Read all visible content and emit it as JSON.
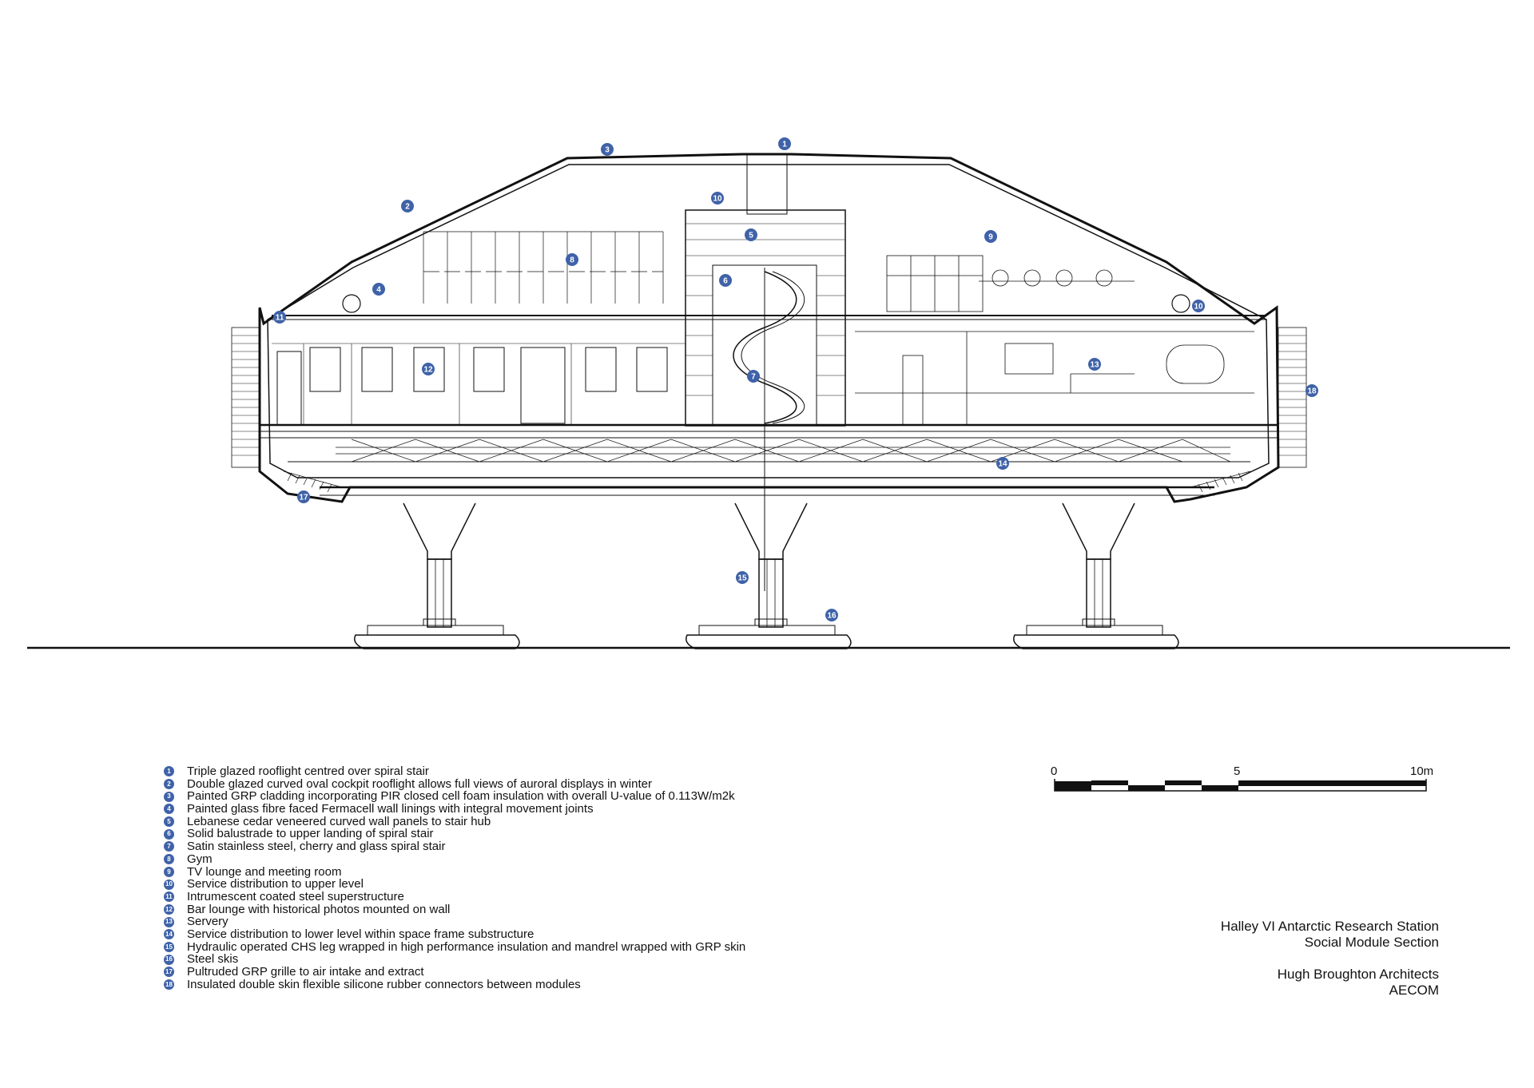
{
  "legend": [
    {
      "num": "1",
      "text": "Triple glazed rooflight centred over spiral stair"
    },
    {
      "num": "2",
      "text": "Double glazed curved oval cockpit rooflight allows full views of auroral displays in winter"
    },
    {
      "num": "3",
      "text": "Painted GRP cladding incorporating PIR closed cell foam insulation with overall U-value of 0.113W/m2k"
    },
    {
      "num": "4",
      "text": "Painted glass fibre faced Fermacell wall linings with integral movement joints"
    },
    {
      "num": "5",
      "text": "Lebanese cedar veneered curved wall panels to stair hub"
    },
    {
      "num": "6",
      "text": "Solid balustrade to upper landing of spiral stair"
    },
    {
      "num": "7",
      "text": "Satin stainless steel, cherry and glass spiral stair"
    },
    {
      "num": "8",
      "text": "Gym"
    },
    {
      "num": "9",
      "text": "TV lounge and meeting room"
    },
    {
      "num": "10",
      "text": "Service distribution to upper level"
    },
    {
      "num": "11",
      "text": "Intrumescent coated steel superstructure"
    },
    {
      "num": "12",
      "text": "Bar lounge with historical photos mounted on wall"
    },
    {
      "num": "13",
      "text": "Servery"
    },
    {
      "num": "14",
      "text": "Service distribution to lower level within space frame substructure"
    },
    {
      "num": "15",
      "text": "Hydraulic operated CHS leg wrapped in high performance insulation and mandrel wrapped with GRP skin"
    },
    {
      "num": "16",
      "text": "Steel skis"
    },
    {
      "num": "17",
      "text": "Pultruded GRP grille to air intake and extract"
    },
    {
      "num": "18",
      "text": "Insulated double skin flexible silicone rubber connectors between modules"
    }
  ],
  "scale_bar": {
    "label_start": "0",
    "label_mid": "5",
    "label_end": "10m"
  },
  "title_block": {
    "line1": "Halley VI Antarctic Research Station",
    "line2": "Social Module Section",
    "line3": "Hugh Broughton Architects",
    "line4": "AECOM"
  },
  "callouts": [
    "1",
    "2",
    "3",
    "4",
    "5",
    "6",
    "7",
    "8",
    "9",
    "10",
    "10",
    "11",
    "12",
    "13",
    "14",
    "15",
    "16",
    "17",
    "18"
  ],
  "colors": {
    "callout": "#3f62a8",
    "line": "#111111"
  }
}
